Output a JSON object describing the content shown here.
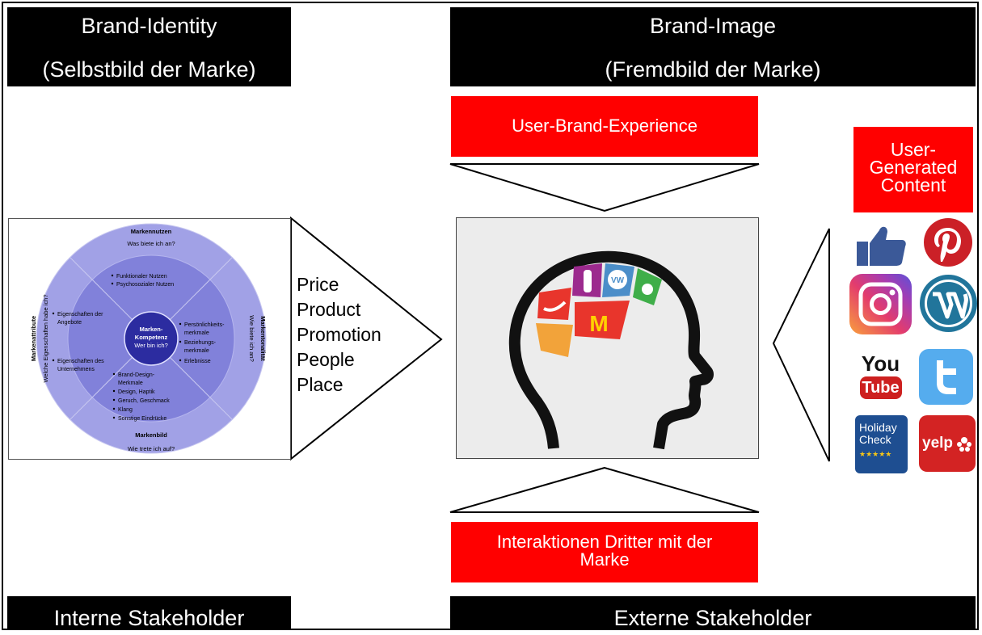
{
  "brand_identity": {
    "title": "Brand-Identity",
    "subtitle": "(Selbstbild der Marke)"
  },
  "brand_image": {
    "title": "Brand-Image",
    "subtitle": "(Fremdbild der Marke)"
  },
  "user_brand_experience": "User-Brand-Experience",
  "user_generated_content": [
    "User-",
    "Generated",
    "Content"
  ],
  "interaktionen": [
    "Interaktionen Dritter mit der",
    "Marke"
  ],
  "interne": "Interne Stakeholder",
  "externe": "Externe Stakeholder",
  "marketing_ps": [
    "Price",
    "Product",
    "Promotion",
    "People",
    "Place"
  ],
  "circle": {
    "top_title": "Markennutzen",
    "top_sub": "Was biete ich an?",
    "top_items": [
      "Funktionaler Nutzen",
      "Psychosozialer Nutzen"
    ],
    "center_title": "Marken-",
    "center_title2": "Kompetenz",
    "center_sub": "Wer bin ich?",
    "left_title": "Markenattribute",
    "left_sub": "Welche Eigenschaften habe ich?",
    "left_items": [
      [
        "Eigenschaften der",
        "Angebote"
      ],
      [
        "Eigenschaften des",
        "Unternehmens"
      ]
    ],
    "right_title": "Markentonalität",
    "right_sub": "Wie biete ich an?",
    "right_items": [
      [
        "Persönlichkeits-",
        "merkmale"
      ],
      [
        "Beziehungs-",
        "merkmale"
      ],
      [
        "Erlebnisse"
      ]
    ],
    "bottom_items": [
      [
        "Brand-Design-",
        "Merkmale"
      ],
      [
        "Design, Haptik"
      ],
      [
        "Geruch, Geschmack"
      ],
      [
        "Klang"
      ],
      [
        "Sonstige Eindrücke"
      ]
    ],
    "bottom_title": "Markenbild",
    "bottom_sub": "Wie trete ich auf?"
  },
  "icons": {
    "youtube": [
      "You",
      "Tube"
    ],
    "holidaycheck": [
      "Holiday",
      "Check",
      "★★★★★"
    ],
    "yelp": "yelp",
    "head_logo_vw": "VW",
    "head_logo_mcd": "M"
  },
  "colors": {
    "red": "#ff0000",
    "black": "#000000",
    "facebook": "#3b5998",
    "pinterest": "#cb2027",
    "wordpress": "#21759b",
    "twitter": "#55acee",
    "yelp": "#d32323",
    "holidaycheck": "#1e4e91",
    "circle_outer": "#9f9fe4",
    "circle_mid": "#7b7bd9",
    "circle_center": "#2a2a9e"
  }
}
